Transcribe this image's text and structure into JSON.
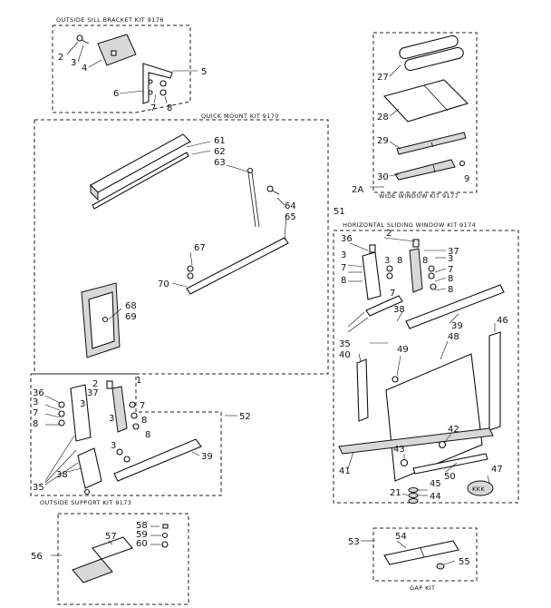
{
  "kits": {
    "outside_sill": "OUTSIDE SILL BRACKET KIT 9176",
    "quick_mount": "QUICK MOUNT KIT 9170",
    "wide_window": "WIDE WINDOW KIT 9177",
    "horizontal_sliding": "HORIZONTAL SLIDING WINDOW KIT 9174",
    "outside_support": "OUTSIDE SUPPORT KIT 9173",
    "gap": "GAP KIT"
  },
  "badge": "KKK",
  "labels": {
    "n1": "1",
    "n2": "2",
    "n3": "3",
    "n4": "4",
    "n5": "5",
    "n6": "6",
    "n7": "7",
    "n8": "8",
    "n9": "9",
    "n21": "21",
    "n27": "27",
    "n28": "28",
    "n29": "29",
    "n30": "30",
    "n35": "35",
    "n36": "36",
    "n37": "37",
    "n38": "38",
    "n39": "39",
    "n40": "40",
    "n41": "41",
    "n42": "42",
    "n43": "43",
    "n44": "44",
    "n45": "45",
    "n46": "46",
    "n47": "47",
    "n48": "48",
    "n49": "49",
    "n50": "50",
    "n51": "51",
    "n52": "52",
    "n53": "53",
    "n54": "54",
    "n55": "55",
    "n56": "56",
    "n57": "57",
    "n58": "58",
    "n59": "59",
    "n60": "60",
    "n61": "61",
    "n62": "62",
    "n63": "63",
    "n64": "64",
    "n65": "65",
    "n67": "67",
    "n68": "68",
    "n69": "69",
    "n70": "70",
    "n2A": "2A"
  }
}
